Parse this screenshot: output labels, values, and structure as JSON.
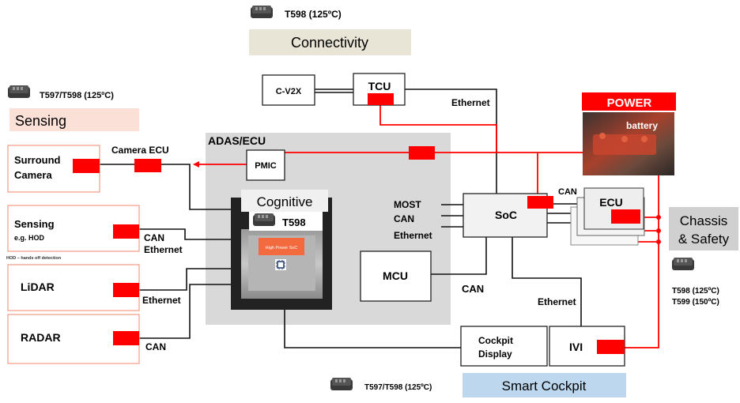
{
  "colors": {
    "accent_red": "#ff0000",
    "sensing_bg": "#fbe0d8",
    "connectivity_bg": "#e8e4d6",
    "cockpit_bg": "#bdd7ee",
    "chassis_bg": "#d0d0d0",
    "adas_bg": "#d9d9d9"
  },
  "icons": {
    "chip": "tantalum-capacitor-chip-icon",
    "soc": "processor-chip-icon"
  },
  "connectivity": {
    "chip_label": "T598 (125ºC)",
    "title": "Connectivity",
    "cv2x": "C-V2X",
    "tcu": "TCU",
    "ethernet": "Ethernet"
  },
  "sensing": {
    "chip_label": "T597/T598 (125ºC)",
    "title": "Sensing",
    "surround_camera": [
      "Surround",
      "Camera"
    ],
    "camera_ecu": "Camera ECU",
    "sensing_hod": "Sensing",
    "hod_example": "e.g. HOD",
    "hod_footnote": "HOD – hands off detection",
    "can": "CAN",
    "ethernet": "Ethernet",
    "lidar": "LiDAR",
    "lidar_link": "Ethernet",
    "radar": "RADAR",
    "radar_link": "CAN"
  },
  "adas": {
    "title": "ADAS/ECU",
    "pmic": "PMIC",
    "cognitive": "Cognitive",
    "chip_label": "T598",
    "soc": "High Power SoC",
    "mcu": "MCU"
  },
  "soc": {
    "label": "SoC",
    "buses": [
      "MOST",
      "CAN",
      "Ethernet"
    ],
    "mcu_link": "CAN",
    "ivi_link": "Ethernet"
  },
  "power": {
    "title": "POWER",
    "battery": "battery"
  },
  "chassis": {
    "ecu": "ECU",
    "can": "CAN",
    "title": [
      "Chassis",
      "& Safety"
    ],
    "chip_labels": [
      "T598 (125ºC)",
      "T599 (150ºC)"
    ]
  },
  "cockpit": {
    "display": [
      "Cockpit",
      "Display"
    ],
    "ivi": "IVI",
    "title": "Smart Cockpit",
    "chip_label": "T597/T598 (125ºC)"
  }
}
